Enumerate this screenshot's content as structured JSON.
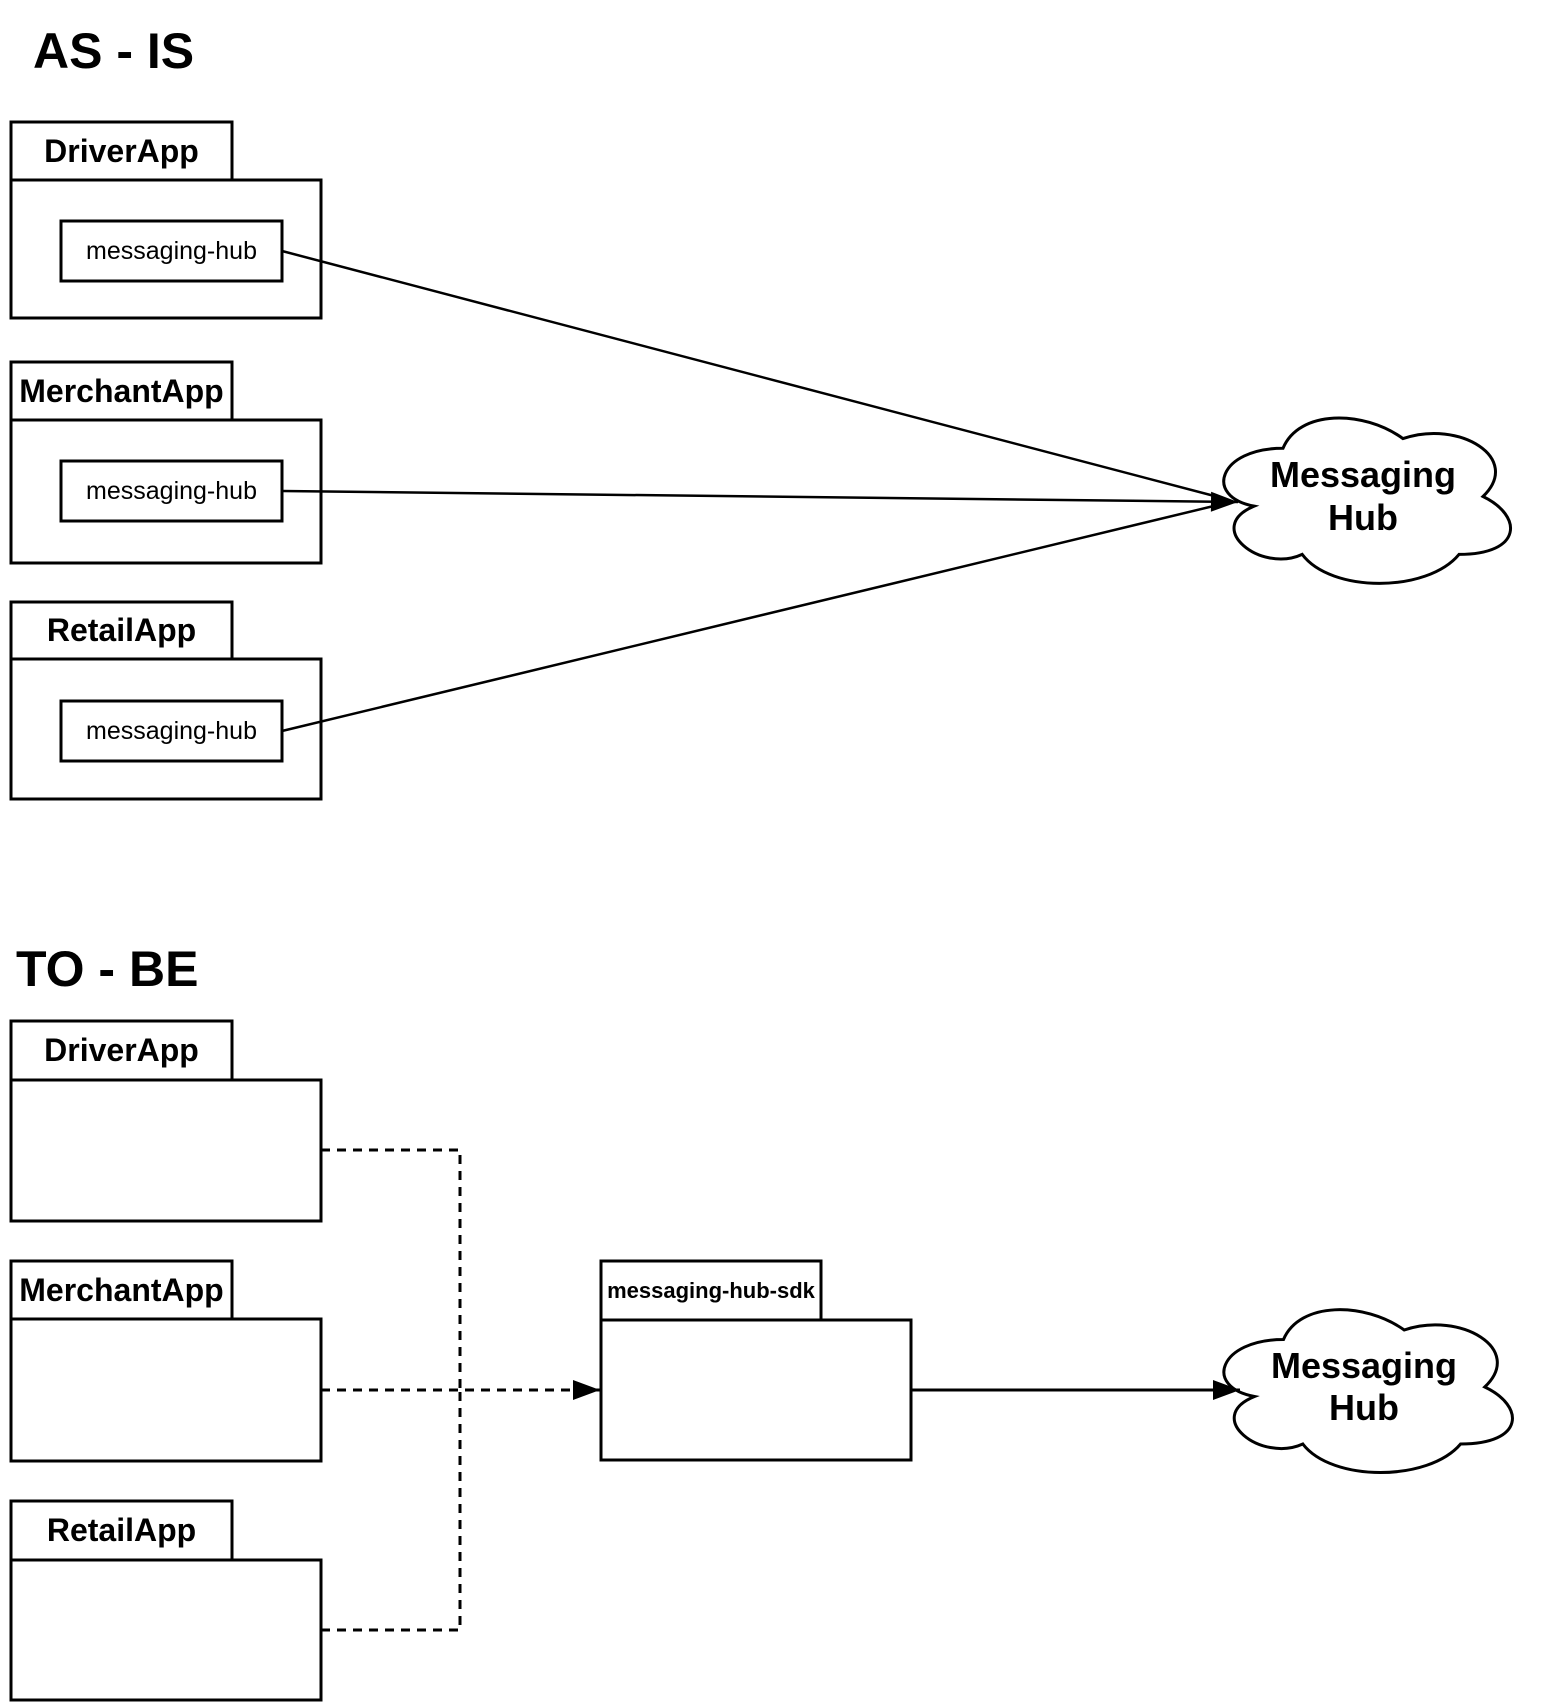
{
  "diagram": {
    "as_is": {
      "title": "AS - IS",
      "packages": [
        {
          "name": "DriverApp",
          "component": "messaging-hub"
        },
        {
          "name": "MerchantApp",
          "component": "messaging-hub"
        },
        {
          "name": "RetailApp",
          "component": "messaging-hub"
        }
      ],
      "cloud_label": "Messaging\nHub"
    },
    "to_be": {
      "title": "TO - BE",
      "packages": [
        {
          "name": "DriverApp"
        },
        {
          "name": "MerchantApp"
        },
        {
          "name": "RetailApp"
        }
      ],
      "sdk_package": "messaging-hub-sdk",
      "cloud_label": "Messaging\nHub"
    },
    "colors": {
      "stroke": "#000000",
      "background": "#ffffff"
    }
  }
}
